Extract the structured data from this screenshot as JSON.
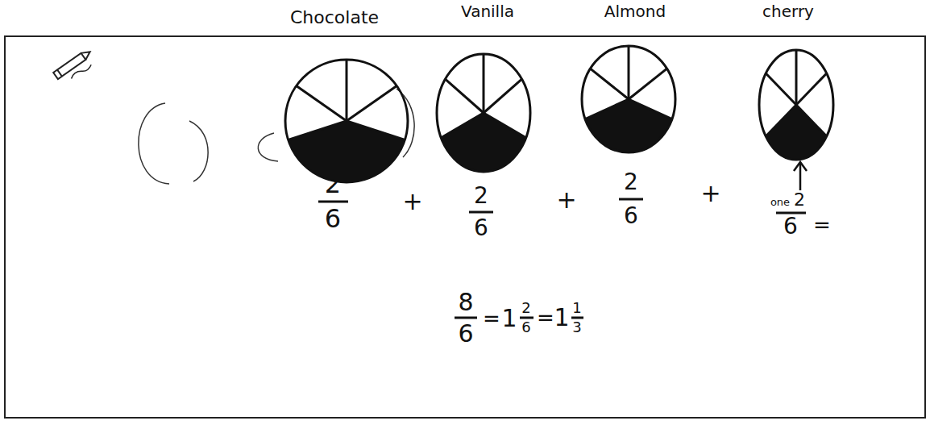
{
  "diagram": {
    "nodes": [
      {
        "text": [
          "Chocolate"
        ]
      },
      {
        "text": [
          "Vanilla"
        ]
      },
      {
        "text": [
          "Almond"
        ]
      },
      {
        "text": [
          "cherry"
        ]
      }
    ],
    "labels": [
      "2",
      "6",
      "+",
      "2",
      "6",
      "+",
      "2",
      "6",
      "+",
      "one",
      "2",
      "6",
      "=",
      "8",
      "6",
      "=",
      "1",
      "2",
      "6",
      "=",
      "1",
      "1",
      "3"
    ]
  }
}
